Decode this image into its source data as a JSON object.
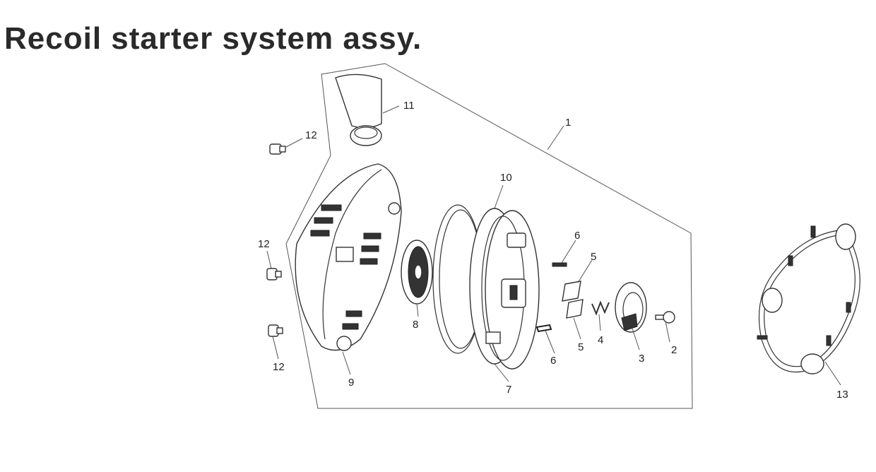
{
  "title": "Recoil starter system assy.",
  "callouts": {
    "c1": "1",
    "c2": "2",
    "c3": "3",
    "c4": "4",
    "c5a": "5",
    "c5b": "5",
    "c6a": "6",
    "c6b": "6",
    "c7": "7",
    "c8": "8",
    "c9": "9",
    "c10": "10",
    "c11": "11",
    "c12a": "12",
    "c12b": "12",
    "c12c": "12",
    "c13": "13"
  }
}
